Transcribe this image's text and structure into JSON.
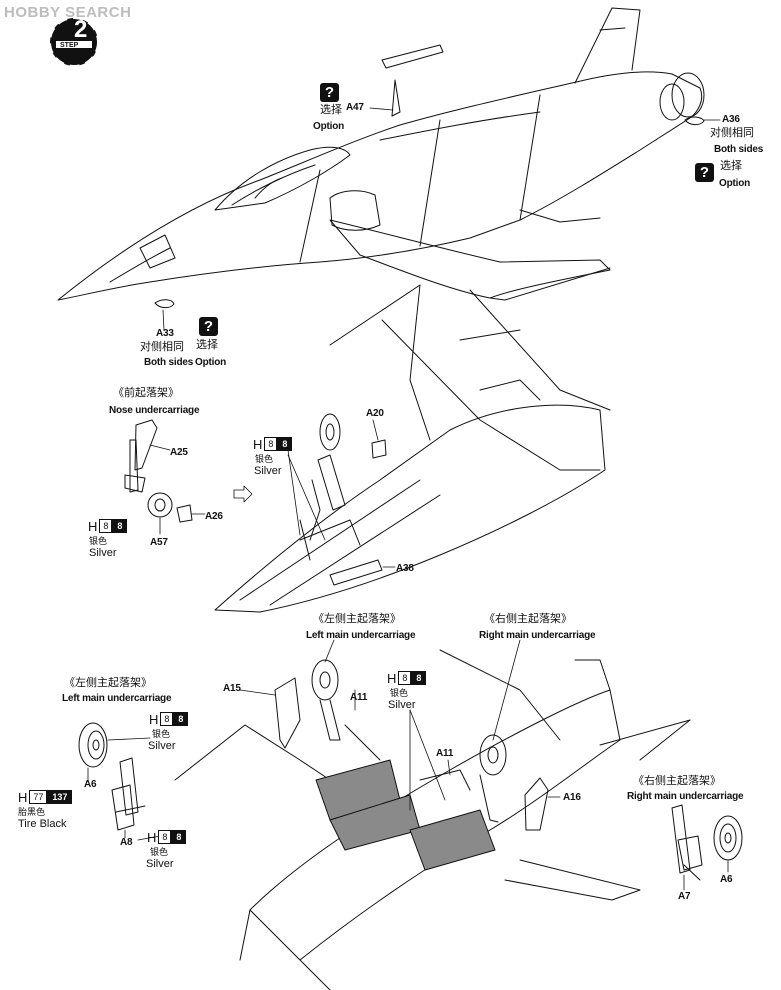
{
  "watermark": "HOBBY SEARCH",
  "step": {
    "word": "STEP",
    "number": "2"
  },
  "option_icon": "?",
  "top": {
    "a47": "A47",
    "a47_opt_cn": "选择",
    "a47_opt_en": "Option",
    "a36": "A36",
    "a36_cn": "对侧相同",
    "a36_en": "Both sides",
    "a36_opt_cn": "选择",
    "a36_opt_en": "Option",
    "a33": "A33",
    "a33_cn": "对侧相同",
    "a33_en": "Both sides",
    "a33_opt_cn": "选择",
    "a33_opt_en": "Option"
  },
  "nose": {
    "title_cn": "《前起落架》",
    "title_en": "Nose undercarriage",
    "a25": "A25",
    "a26": "A26",
    "a57": "A57",
    "paint_h": "H",
    "paint_code": "8",
    "paint_cn": "银色",
    "paint_en": "Silver"
  },
  "mid": {
    "paint_h": "H",
    "paint_code": "8",
    "paint_cn": "银色",
    "paint_en": "Silver",
    "a20": "A20",
    "a38": "A38"
  },
  "left_main": {
    "title_cn": "《左侧主起落架》",
    "title_en": "Left main undercarriage",
    "a6": "A6",
    "a8": "A8",
    "paint1_h": "H",
    "paint1_code": "8",
    "paint1_cn": "银色",
    "paint1_en": "Silver",
    "paint2_h": "H",
    "paint2_code1": "77",
    "paint2_code2": "137",
    "paint2_cn": "胎黑色",
    "paint2_en": "Tire Black",
    "paint3_h": "H",
    "paint3_code": "8",
    "paint3_cn": "银色",
    "paint3_en": "Silver"
  },
  "bottom": {
    "left_title_cn": "《左侧主起落架》",
    "left_title_en": "Left main undercarriage",
    "right_title_cn": "《右侧主起落架》",
    "right_title_en": "Right main undercarriage",
    "a15": "A15",
    "a11_left": "A11",
    "a11_right": "A11",
    "a16": "A16",
    "paint_h": "H",
    "paint_code": "8",
    "paint_cn": "银色",
    "paint_en": "Silver"
  },
  "right_main": {
    "title_cn": "《右侧主起落架》",
    "title_en": "Right main undercarriage",
    "a7": "A7",
    "a6": "A6"
  },
  "colors": {
    "ink": "#111111",
    "shade": "#8a8a8a",
    "watermark": "#bdbdbd"
  }
}
